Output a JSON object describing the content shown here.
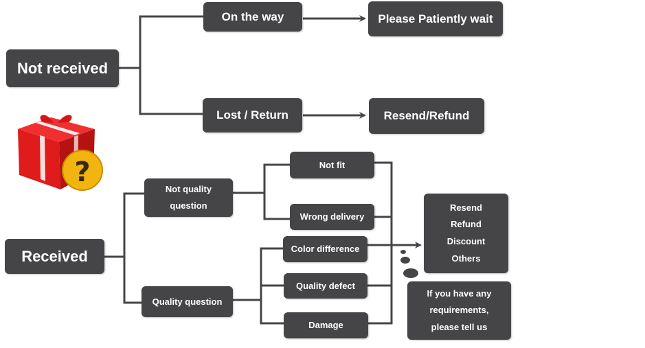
{
  "colors": {
    "box": "#454446",
    "line": "#454446",
    "text": "#ffffff",
    "gift": "#e01b1b",
    "badge": "#f2b40f"
  },
  "icons": {
    "gift": "gift-box-icon",
    "question": "question-mark-icon"
  },
  "not_received": {
    "title": "Not received",
    "on_the_way": "On the way",
    "lost_return": "Lost / Return",
    "patiently_wait": "Please Patiently wait",
    "resend_refund": "Resend/Refund"
  },
  "received": {
    "title": "Received",
    "not_quality": "Not quality\nquestion",
    "quality": "Quality question",
    "not_fit": "Not fit",
    "wrong_delivery": "Wrong delivery",
    "color_difference": "Color difference",
    "quality_defect": "Quality defect",
    "damage": "Damage",
    "solutions": "Resend\nRefund\nDiscount\nOthers",
    "requirements": "If you have any\nrequirements,\nplease tell us"
  }
}
